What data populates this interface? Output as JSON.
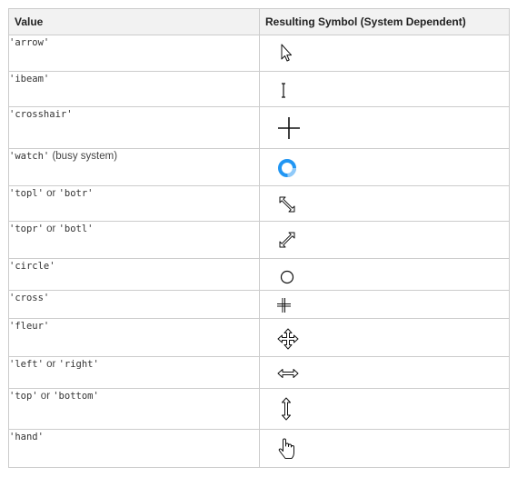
{
  "table": {
    "header_value": "Value",
    "header_symbol": "Resulting Symbol (System Dependent)"
  },
  "rows": [
    {
      "value_code": "'arrow'",
      "icon": "arrow-cursor-icon"
    },
    {
      "value_code": "'ibeam'",
      "icon": "ibeam-cursor-icon"
    },
    {
      "value_code": "'crosshair'",
      "icon": "crosshair-cursor-icon"
    },
    {
      "value_code": "'watch'",
      "value_text": " (busy system)",
      "icon": "watch-busy-cursor-icon"
    },
    {
      "value_code": "'topl'",
      "connector": " or ",
      "value_code2": "'botr'",
      "icon": "resize-nwse-cursor-icon"
    },
    {
      "value_code": "'topr'",
      "connector": " or ",
      "value_code2": "'botl'",
      "icon": "resize-nesw-cursor-icon"
    },
    {
      "value_code": "'circle'",
      "icon": "circle-cursor-icon"
    },
    {
      "value_code": "'cross'",
      "icon": "cross-cursor-icon"
    },
    {
      "value_code": "'fleur'",
      "icon": "fleur-move-cursor-icon"
    },
    {
      "value_code": "'left'",
      "connector": " or ",
      "value_code2": "'right'",
      "icon": "resize-horizontal-cursor-icon"
    },
    {
      "value_code": "'top'",
      "connector": " or ",
      "value_code2": "'bottom'",
      "icon": "resize-vertical-cursor-icon"
    },
    {
      "value_code": "'hand'",
      "icon": "hand-cursor-icon"
    }
  ],
  "colors": {
    "header_bg": "#f2f2f2",
    "border": "#cccccc",
    "watch_blue": "#2196f3"
  }
}
